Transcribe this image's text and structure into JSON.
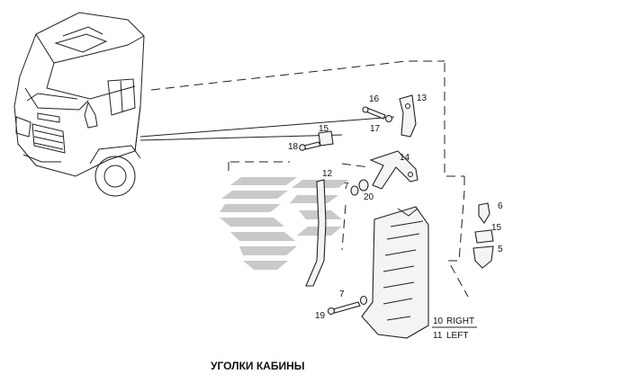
{
  "caption": "УГОЛКИ КАБИНЫ",
  "labels": {
    "p5": "5",
    "p6": "6",
    "p7a": "7",
    "p7b": "7",
    "p10": "10",
    "p11": "11",
    "p12": "12",
    "p13": "13",
    "p14": "14",
    "p15a": "15",
    "p15b": "15",
    "p16": "16",
    "p17": "17",
    "p18": "18",
    "p19": "19",
    "p20": "20",
    "right": "RIGHT",
    "left": "LEFT"
  },
  "colors": {
    "ink": "#222222",
    "watermark": "#c9c9c9",
    "background": "#ffffff"
  }
}
